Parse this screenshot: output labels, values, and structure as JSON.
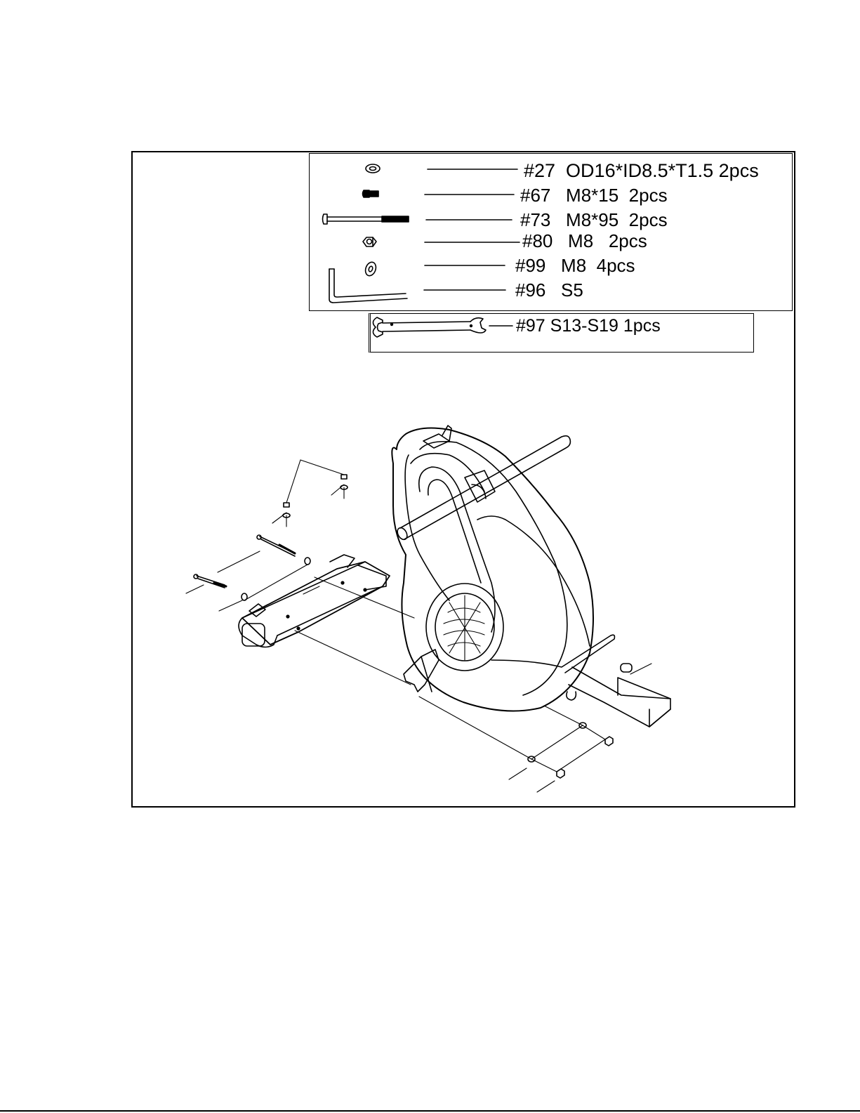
{
  "hardware": [
    {
      "id": "27",
      "label": "#27  OD16*ID8.5*T1.5 2pcs",
      "icon": "washer-icon"
    },
    {
      "id": "67",
      "label": "#67   M8*15  2pcs",
      "icon": "bolt-short-icon"
    },
    {
      "id": "73",
      "label": "#73   M8*95  2pcs",
      "icon": "bolt-long-icon"
    },
    {
      "id": "80",
      "label": "#80   M8   2pcs",
      "icon": "nut-icon"
    },
    {
      "id": "99",
      "label": "#99   M8  4pcs",
      "icon": "curved-washer-icon"
    },
    {
      "id": "96",
      "label": "#96   S5",
      "icon": "allen-key-icon"
    }
  ],
  "tool": {
    "id": "97",
    "label": "#97 S13-S19 1pcs",
    "icon": "wrench-icon"
  }
}
